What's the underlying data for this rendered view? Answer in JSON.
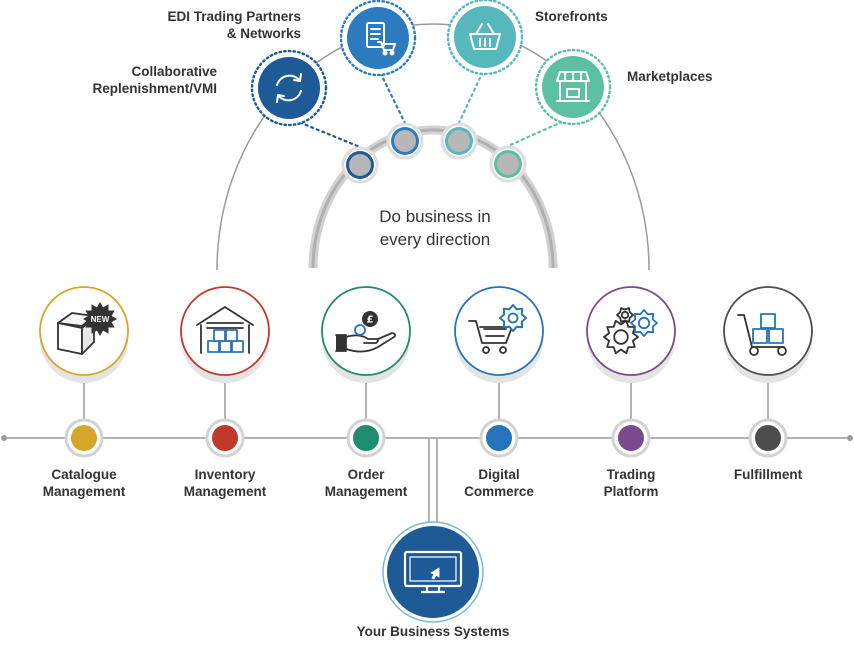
{
  "center_text": {
    "line1": "Do business in",
    "line2": "every direction"
  },
  "channels": [
    {
      "id": "collab",
      "line1": "Collaborative",
      "line2": "Replenishment/VMI",
      "color": "#1d5a96",
      "icon": "refresh-cycle-icon"
    },
    {
      "id": "edi",
      "line1": "EDI Trading Partners",
      "line2": "& Networks",
      "color": "#2d7bbf",
      "icon": "document-cart-icon"
    },
    {
      "id": "storefronts",
      "line1": "Storefronts",
      "line2": "",
      "color": "#56b8bd",
      "icon": "shopping-basket-icon"
    },
    {
      "id": "marketplaces",
      "line1": "Marketplaces",
      "line2": "",
      "color": "#5cc1a3",
      "icon": "market-stall-icon"
    }
  ],
  "modules": [
    {
      "id": "catalogue",
      "line1": "Catalogue",
      "line2": "Management",
      "color": "#d6a62a",
      "icon": "new-box-icon"
    },
    {
      "id": "inventory",
      "line1": "Inventory",
      "line2": "Management",
      "color": "#c0392b",
      "icon": "warehouse-icon"
    },
    {
      "id": "order",
      "line1": "Order",
      "line2": "Management",
      "color": "#1e8c6e",
      "icon": "hand-coin-icon"
    },
    {
      "id": "digital",
      "line1": "Digital",
      "line2": "Commerce",
      "color": "#2574bb",
      "icon": "cart-gear-icon"
    },
    {
      "id": "trading",
      "line1": "Trading",
      "line2": "Platform",
      "color": "#7b4a8c",
      "icon": "gears-icon"
    },
    {
      "id": "fulfillment",
      "line1": "Fulfillment",
      "line2": "",
      "color": "#4d4d4d",
      "icon": "hand-truck-icon"
    }
  ],
  "badge_new": "NEW",
  "coin_symbol": "£",
  "systems": {
    "label": "Your Business Systems",
    "color": "#1d5a96",
    "icon": "monitor-icon"
  }
}
